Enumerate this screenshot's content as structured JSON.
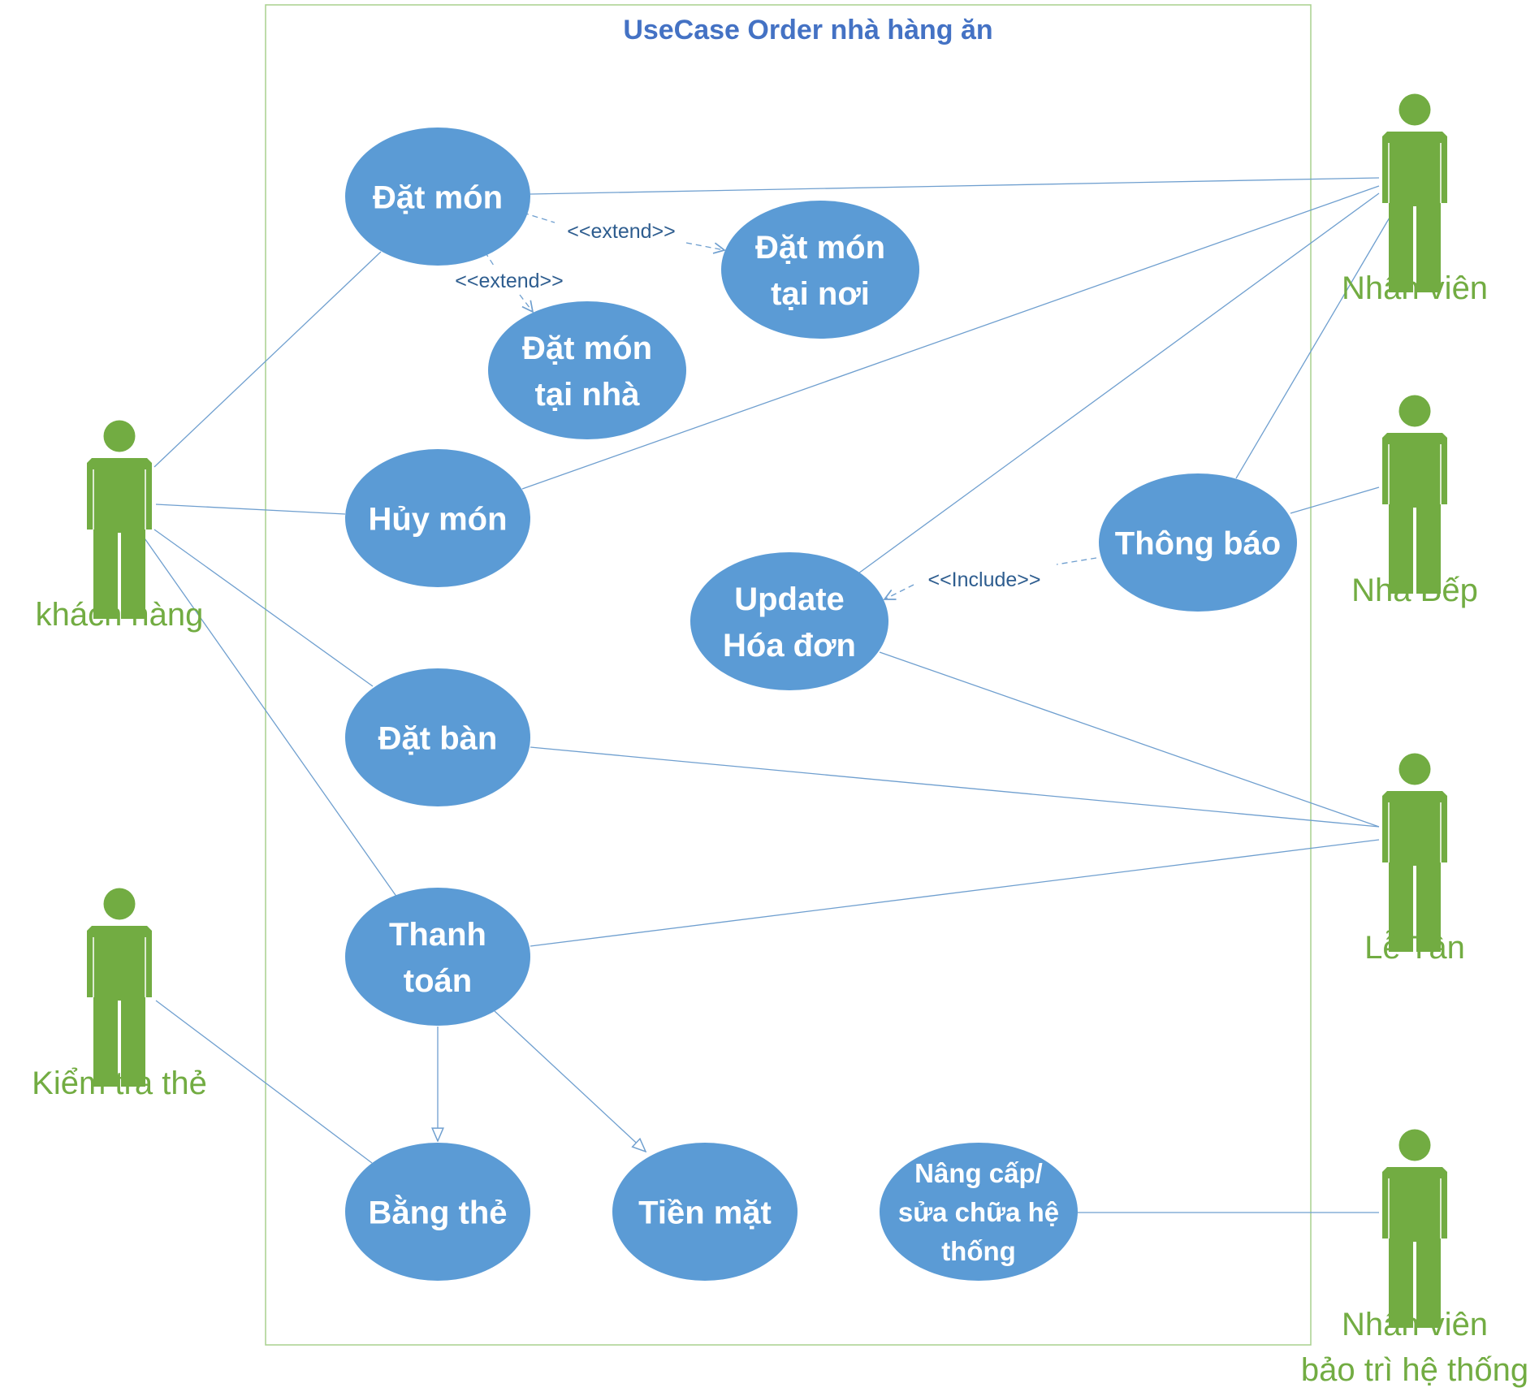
{
  "title": "UseCase Order nhà hàng ăn",
  "colors": {
    "usecase_fill": "#5b9bd5",
    "actor_fill": "#72ac42",
    "boundary": "#a9d08e",
    "line": "#6f9fcf",
    "title": "#4472c4"
  },
  "actors": {
    "khach_hang": {
      "label": [
        "khách hàng"
      ]
    },
    "kiem_tra_the": {
      "label": [
        "Kiểm tra thẻ"
      ]
    },
    "nhan_vien": {
      "label": [
        "Nhân viên"
      ]
    },
    "nha_bep": {
      "label": [
        "Nhà Bếp"
      ]
    },
    "le_tan": {
      "label": [
        "Lễ Tân"
      ]
    },
    "nv_bao_tri": {
      "label": [
        "Nhân viên",
        "bảo trì hệ thống"
      ]
    }
  },
  "usecases": {
    "dat_mon": {
      "label": [
        "Đặt món"
      ]
    },
    "dat_mon_tai_noi": {
      "label": [
        "Đặt món",
        "tại nơi"
      ]
    },
    "dat_mon_tai_nha": {
      "label": [
        "Đặt món",
        "tại nhà"
      ]
    },
    "huy_mon": {
      "label": [
        "Hủy món"
      ]
    },
    "thong_bao": {
      "label": [
        "Thông báo"
      ]
    },
    "update_hoa_don": {
      "label": [
        "Update",
        "Hóa đơn"
      ]
    },
    "dat_ban": {
      "label": [
        "Đặt bàn"
      ]
    },
    "thanh_toan": {
      "label": [
        "Thanh",
        "toán"
      ]
    },
    "bang_the": {
      "label": [
        "Bằng thẻ"
      ]
    },
    "tien_mat": {
      "label": [
        "Tiền mặt"
      ]
    },
    "nang_cap": {
      "label": [
        "Nâng cấp/",
        "sửa chữa hệ",
        "thống"
      ]
    }
  },
  "relations": [
    {
      "from": "khach_hang",
      "to": "dat_mon",
      "kind": "association"
    },
    {
      "from": "khach_hang",
      "to": "huy_mon",
      "kind": "association"
    },
    {
      "from": "khach_hang",
      "to": "dat_ban",
      "kind": "association"
    },
    {
      "from": "khach_hang",
      "to": "thanh_toan",
      "kind": "association"
    },
    {
      "from": "kiem_tra_the",
      "to": "bang_the",
      "kind": "association"
    },
    {
      "from": "nhan_vien",
      "to": "dat_mon",
      "kind": "association"
    },
    {
      "from": "nhan_vien",
      "to": "huy_mon",
      "kind": "association"
    },
    {
      "from": "nhan_vien",
      "to": "update_hoa_don",
      "kind": "association"
    },
    {
      "from": "nhan_vien",
      "to": "thong_bao",
      "kind": "association"
    },
    {
      "from": "nha_bep",
      "to": "thong_bao",
      "kind": "association"
    },
    {
      "from": "le_tan",
      "to": "update_hoa_don",
      "kind": "association"
    },
    {
      "from": "le_tan",
      "to": "dat_ban",
      "kind": "association"
    },
    {
      "from": "le_tan",
      "to": "thanh_toan",
      "kind": "association"
    },
    {
      "from": "nv_bao_tri",
      "to": "nang_cap",
      "kind": "association"
    },
    {
      "from": "dat_mon",
      "to": "dat_mon_tai_noi",
      "kind": "extend",
      "label": "<<extend>>"
    },
    {
      "from": "dat_mon",
      "to": "dat_mon_tai_nha",
      "kind": "extend",
      "label": "<<extend>>"
    },
    {
      "from": "thong_bao",
      "to": "update_hoa_don",
      "kind": "include",
      "label": "<<Include>>"
    },
    {
      "from": "thanh_toan",
      "to": "bang_the",
      "kind": "generalization"
    },
    {
      "from": "thanh_toan",
      "to": "tien_mat",
      "kind": "generalization"
    }
  ]
}
